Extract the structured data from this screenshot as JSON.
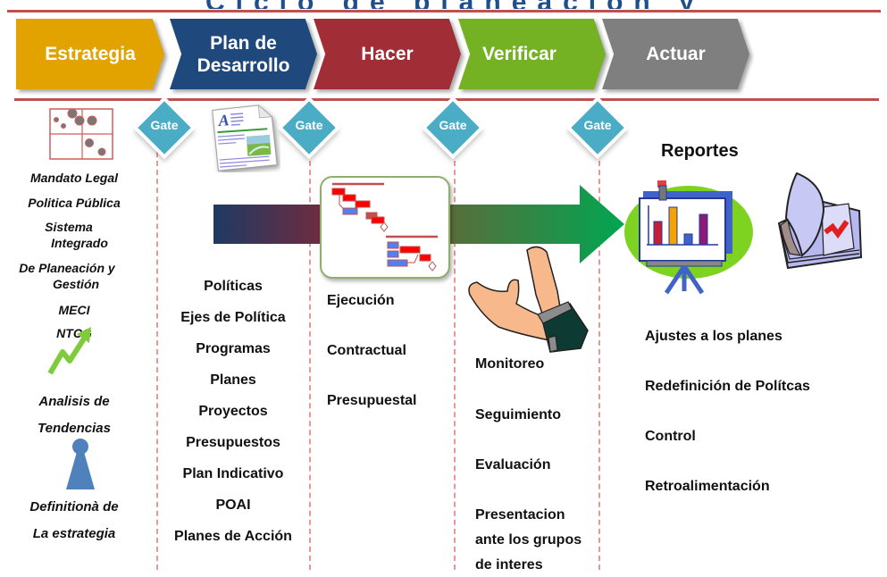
{
  "header": {
    "title_partial": "Ciclo de planeación y gestión de políticas públicas"
  },
  "phases": [
    {
      "label": "Estrategia",
      "color": "#e2a300"
    },
    {
      "label": "Plan de Desarrollo",
      "label_lines": [
        "Plan de",
        "Desarrollo"
      ],
      "color": "#1f497d"
    },
    {
      "label": "Hacer",
      "color": "#a12d37"
    },
    {
      "label": "Verificar",
      "color": "#74b224"
    },
    {
      "label": "Actuar",
      "color": "#7f7f7f"
    }
  ],
  "gates": [
    {
      "label": "Gate"
    },
    {
      "label": "Gate"
    },
    {
      "label": "Gate"
    },
    {
      "label": "Gate"
    }
  ],
  "estrategia": {
    "items": [
      "Mandato Legal",
      "Politica Pública",
      "Sistema",
      "Integrado",
      "De Planeación y",
      "Gestión",
      "MECI",
      "NTCG",
      "Analisis de",
      "Tendencias",
      "Definitionà de",
      "La estrategia"
    ]
  },
  "plan": {
    "items": [
      "Políticas",
      "Ejes de Política",
      "Programas",
      "Planes",
      "Proyectos",
      "Presupuestos",
      "Plan Indicativo",
      "POAI",
      "Planes de Acción"
    ]
  },
  "hacer": {
    "items": [
      "Ejecución",
      "Contractual",
      "Presupuestal"
    ]
  },
  "verificar": {
    "items": [
      "Monitoreo",
      "Seguimiento",
      "Evaluación",
      "Presentacion",
      "ante los grupos",
      "de interes"
    ]
  },
  "actuar": {
    "title": "Reportes",
    "items": [
      "Ajustes a los planes",
      "Redefinición de Polítcas",
      "Control",
      "Retroalimentación"
    ]
  },
  "colors": {
    "rule": "#c0504d",
    "gate": "#4bacc6",
    "dashed": "#e39a98"
  }
}
